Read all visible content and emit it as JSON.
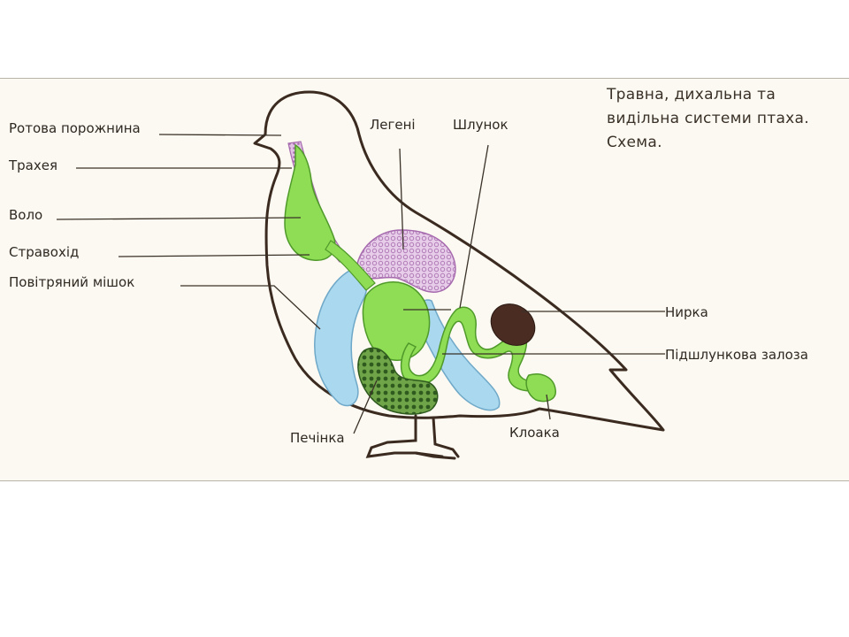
{
  "title": {
    "line1": "Травна, дихальна та",
    "line2": "видільна системи птаха.",
    "line3": "Схема."
  },
  "labels": {
    "mouth": "Ротова порожнина",
    "trachea": "Трахея",
    "crop": "Воло",
    "esophagus": "Стравохід",
    "air_sac": "Повітряний мішок",
    "lungs": "Легені",
    "stomach": "Шлунок",
    "kidney": "Нирка",
    "pancreas": "Підшлункова залоза",
    "liver": "Печінка",
    "cloaca": "Клоака"
  },
  "colors": {
    "outline": "#3b2a1f",
    "digestive": "#8fdc55",
    "digestive_edge": "#4f9a2a",
    "air_sac": "#a9d8ef",
    "lungs": "#d7b3de",
    "trachea": "#c58fc9",
    "liver": "#5a8a3a",
    "kidney": "#4a2c22",
    "leader": "#3a3128"
  }
}
